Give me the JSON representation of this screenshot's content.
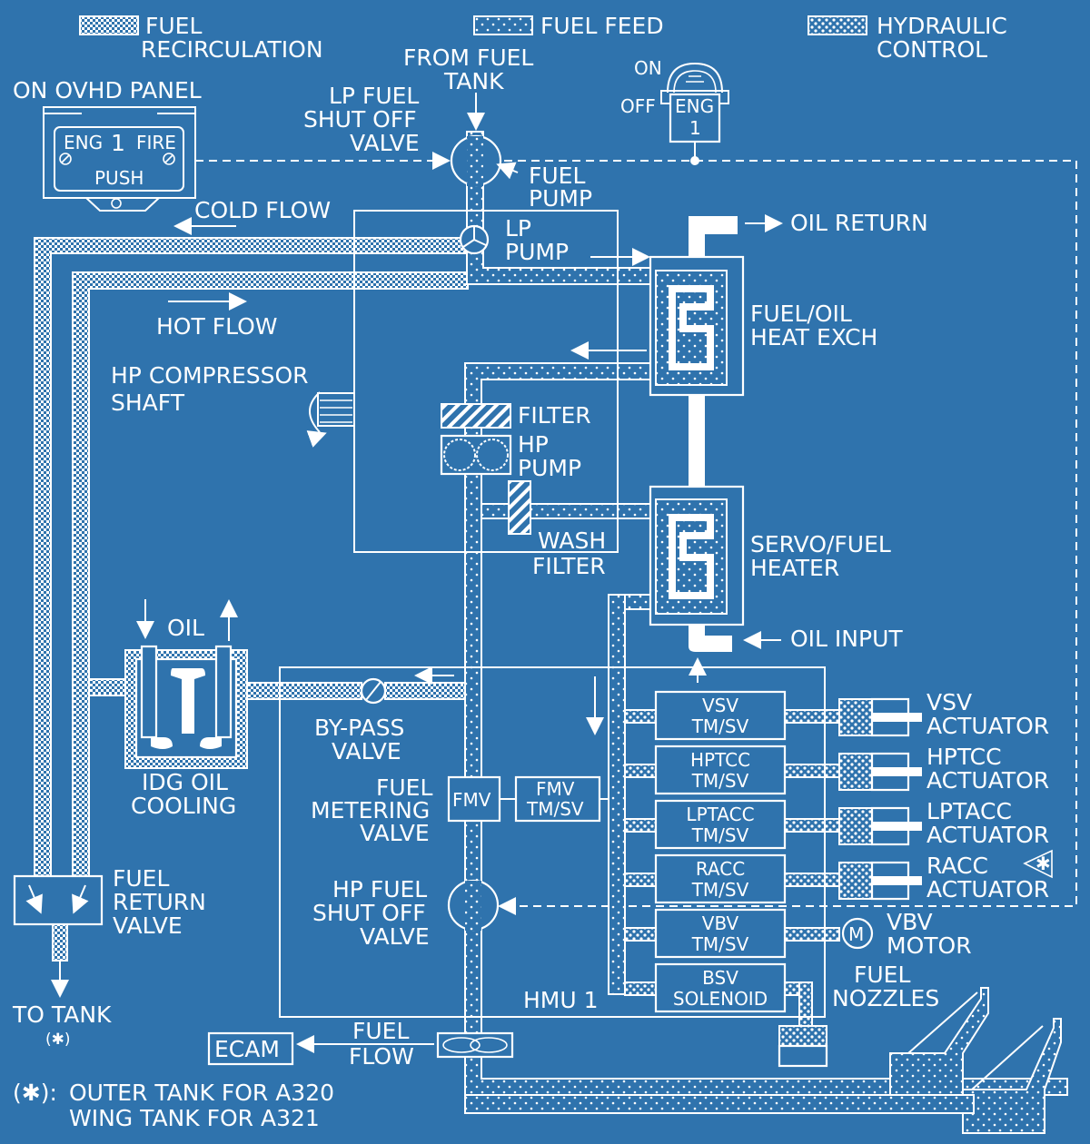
{
  "legend": {
    "recirc_l1": "FUEL",
    "recirc_l2": "RECIRCULATION",
    "feed": "FUEL FEED",
    "hyd_l1": "HYDRAULIC",
    "hyd_l2": "CONTROL"
  },
  "panel": {
    "title": "ON OVHD PANEL",
    "eng": "ENG",
    "num": "1",
    "fire": "FIRE",
    "push": "PUSH"
  },
  "master_switch": {
    "on": "ON",
    "off": "OFF",
    "eng": "ENG",
    "num": "1"
  },
  "labels": {
    "from_tank_l1": "FROM FUEL",
    "from_tank_l2": "TANK",
    "lp_valve_l1": "LP FUEL",
    "lp_valve_l2": "SHUT OFF",
    "lp_valve_l3": "VALVE",
    "fuel_pump_l1": "FUEL",
    "fuel_pump_l2": "PUMP",
    "cold_flow": "COLD FLOW",
    "lp_pump_l1": "LP",
    "lp_pump_l2": "PUMP",
    "oil_return": "OIL RETURN",
    "hot_flow": "HOT FLOW",
    "fuel_oil_l1": "FUEL/OIL",
    "fuel_oil_l2": "HEAT EXCH",
    "hp_comp_l1": "HP COMPRESSOR",
    "hp_comp_l2": "SHAFT",
    "filter": "FILTER",
    "hp_pump_l1": "HP",
    "hp_pump_l2": "PUMP",
    "wash_l1": "WASH",
    "wash_l2": "FILTER",
    "servo_l1": "SERVO/FUEL",
    "servo_l2": "HEATER",
    "oil": "OIL",
    "oil_input": "OIL INPUT",
    "bypass_l1": "BY-PASS",
    "bypass_l2": "VALVE",
    "idg_l1": "IDG OIL",
    "idg_l2": "COOLING",
    "fmv_l1": "FUEL",
    "fmv_l2": "METERING",
    "fmv_l3": "VALVE",
    "fmv": "FMV",
    "fmv_tmsv_l1": "FMV",
    "fmv_tmsv_l2": "TM/SV",
    "fuel_return_l1": "FUEL",
    "fuel_return_l2": "RETURN",
    "fuel_return_l3": "VALVE",
    "hp_valve_l1": "HP FUEL",
    "hp_valve_l2": "SHUT OFF",
    "hp_valve_l3": "VALVE",
    "to_tank": "TO TANK",
    "to_tank_note": "(✱)",
    "hmu": "HMU 1",
    "ecam": "ECAM",
    "fuel_flow_l1": "FUEL",
    "fuel_flow_l2": "FLOW",
    "fuel_nozzles_l1": "FUEL",
    "fuel_nozzles_l2": "NOZZLES",
    "note_mark": "(✱):",
    "note_l1": "OUTER TANK FOR A320",
    "note_l2": "WING TANK FOR A321"
  },
  "servo_boxes": [
    {
      "l1": "VSV",
      "l2": "TM/SV"
    },
    {
      "l1": "HPTCC",
      "l2": "TM/SV"
    },
    {
      "l1": "LPTACC",
      "l2": "TM/SV"
    },
    {
      "l1": "RACC",
      "l2": "TM/SV"
    },
    {
      "l1": "VBV",
      "l2": "TM/SV"
    },
    {
      "l1": "BSV",
      "l2": "SOLENOID"
    }
  ],
  "actuators": [
    {
      "l1": "VSV",
      "l2": "ACTUATOR"
    },
    {
      "l1": "HPTCC",
      "l2": "ACTUATOR"
    },
    {
      "l1": "LPTACC",
      "l2": "ACTUATOR"
    },
    {
      "l1": "RACC",
      "l2": "ACTUATOR"
    },
    {
      "l1": "VBV",
      "l2": "MOTOR"
    }
  ],
  "racc_mark": "✱",
  "motor_symbol": "M",
  "colors": {
    "background": "#2f73ad",
    "line": "#ffffff"
  }
}
